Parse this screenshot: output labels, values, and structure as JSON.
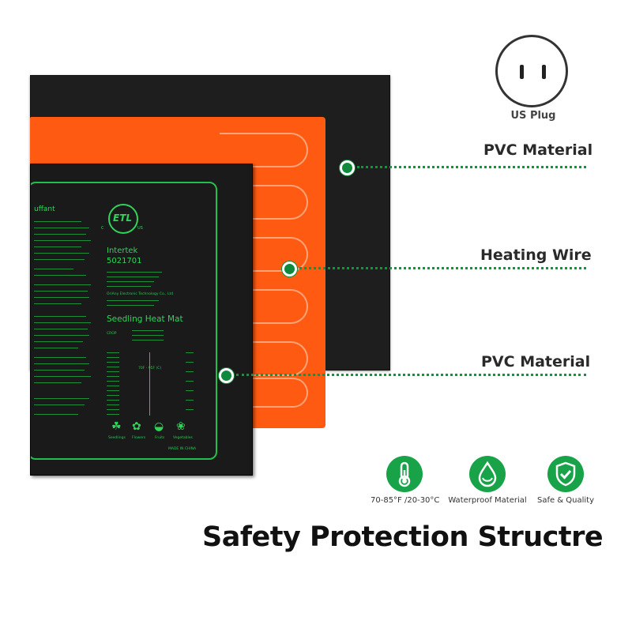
{
  "plug": {
    "label": "US Plug",
    "icon": "us-plug-icon"
  },
  "callouts": [
    {
      "label": "PVC Material"
    },
    {
      "label": "Heating Wire"
    },
    {
      "label": "PVC Material"
    }
  ],
  "mat_label": {
    "cert_mark": "ETL",
    "cert_mark_left": "C",
    "cert_mark_right": "US",
    "lab": "Intertek",
    "cert_number": "5021701",
    "manufacturer": "OriAny Electronic Technology Co., Ltd",
    "product_name": "Seedling Heat Mat",
    "french_heading": "uffant",
    "table_header": "CROP",
    "temp_range": "70F - 95F (C)",
    "icons": [
      {
        "icon": "seedlings-icon",
        "label": "Seedlings"
      },
      {
        "icon": "flowers-icon",
        "label": "Flowers"
      },
      {
        "icon": "fruits-icon",
        "label": "Fruits"
      },
      {
        "icon": "vegetables-icon",
        "label": "Vegetables"
      }
    ],
    "origin": "MADE IN CHINA"
  },
  "features": [
    {
      "icon": "thermometer-icon",
      "label": "70-85°F /20-30°C"
    },
    {
      "icon": "water-drop-icon",
      "label": "Waterproof Material"
    },
    {
      "icon": "shield-check-icon",
      "label": "Safe & Quality"
    }
  ],
  "headline": "Safety Protection Structre",
  "colors": {
    "accent_green": "#18a348",
    "heating_orange": "#ff5a12",
    "pvc_black": "#1e1e1e",
    "label_green": "#2fd45a"
  }
}
